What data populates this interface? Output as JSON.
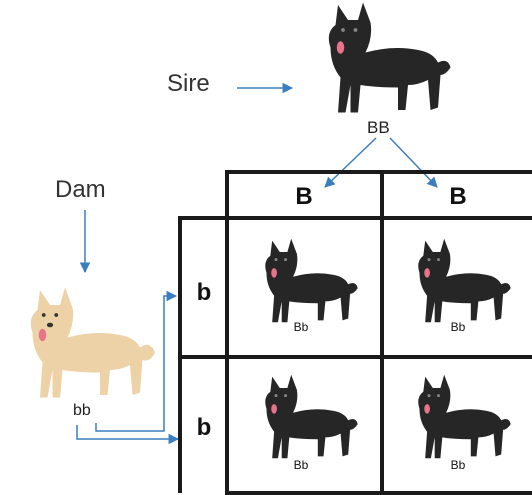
{
  "labels": {
    "sire": "Sire",
    "dam": "Dam",
    "sire_genotype": "BB",
    "dam_genotype": "bb"
  },
  "square": {
    "column_alleles": [
      "B",
      "B"
    ],
    "row_alleles": [
      "b",
      "b"
    ],
    "cells": [
      [
        "Bb",
        "Bb"
      ],
      [
        "Bb",
        "Bb"
      ]
    ]
  },
  "colors": {
    "arrow": "#3a7ec0",
    "grid": "#1a1a1a",
    "black_dog": "#262626",
    "cream_dog": "#ecd2a6",
    "tongue": "#e8738a"
  },
  "icons": {
    "sire": "black-dog-icon",
    "dam": "cream-dog-icon",
    "offspring": "black-dog-icon"
  }
}
